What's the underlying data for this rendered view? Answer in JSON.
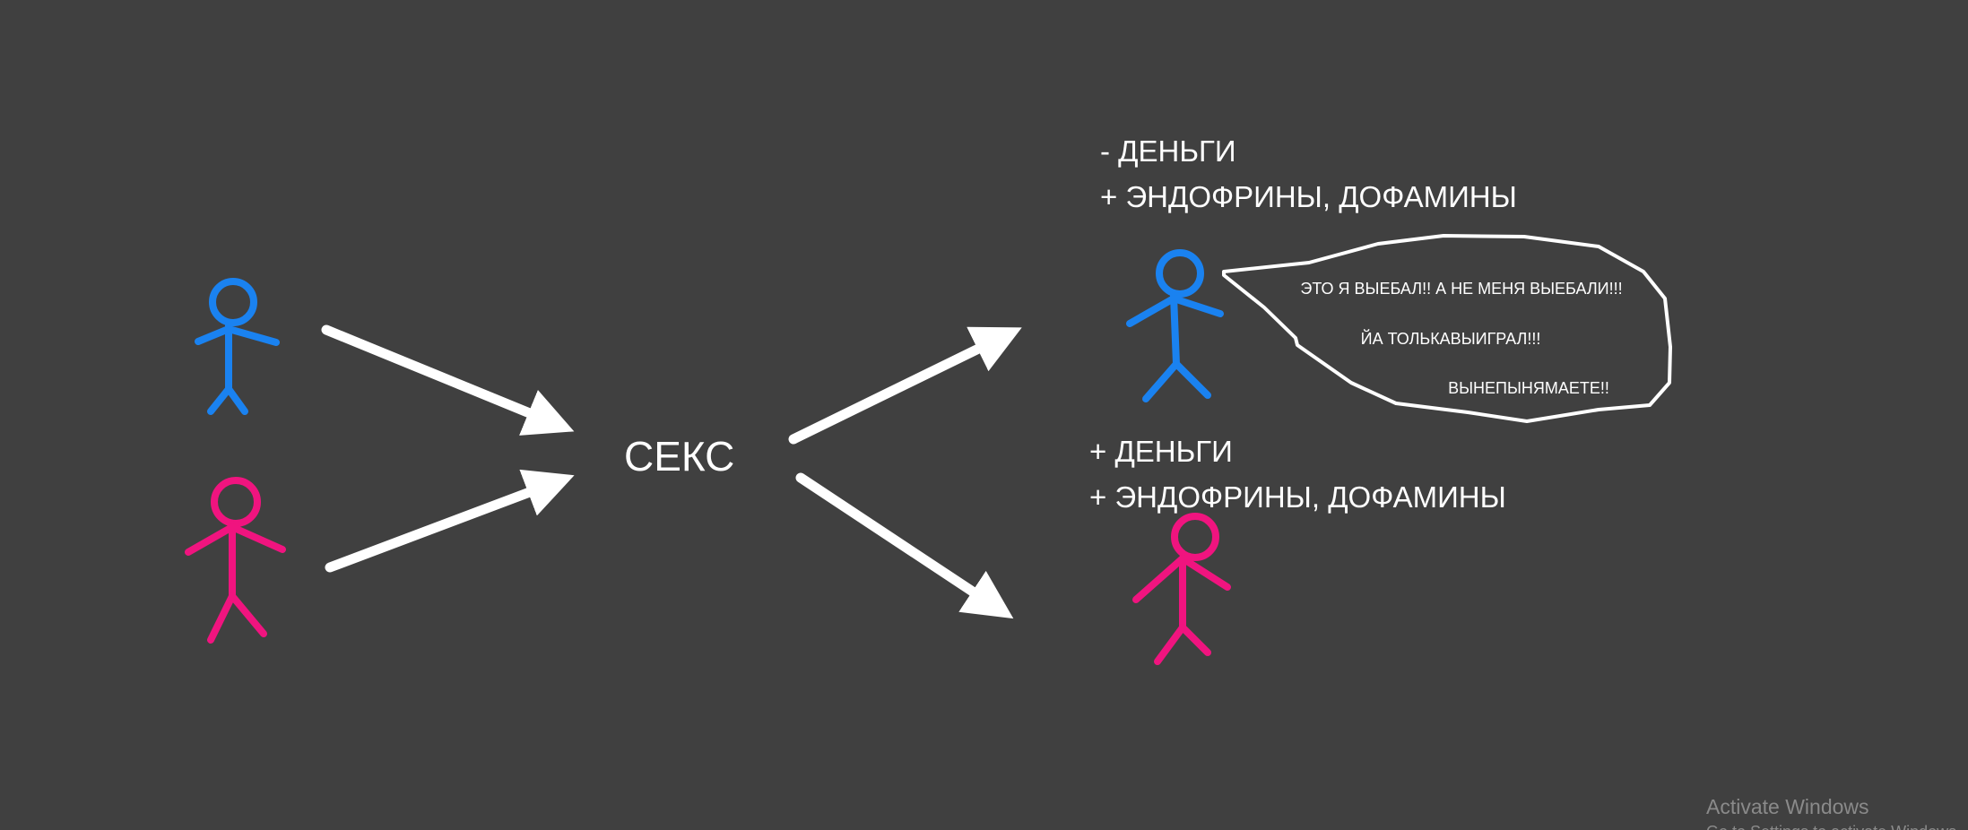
{
  "center_label": "СЕКС",
  "top_outcome": {
    "line1": "- ДЕНЬГИ",
    "line2": "+ ЭНДОФРИНЫ, ДОФАМИНЫ"
  },
  "bottom_outcome": {
    "line1": "+ ДЕНЬГИ",
    "line2": "+ ЭНДОФРИНЫ, ДОФАМИНЫ"
  },
  "speech_bubble": {
    "line1": "ЭТО Я ВЫЕБАЛ!! А НЕ МЕНЯ ВЫЕБАЛИ!!!",
    "line2": "ЙА ТОЛЬКАВЫИГРАЛ!!!",
    "line3": "ВЫНЕПЫНЯМАЕТЕ!!"
  },
  "watermark": {
    "title": "Activate Windows",
    "subtitle": "Go to Settings to activate Windows."
  },
  "colors": {
    "background": "#404040",
    "blue": "#1a82f0",
    "pink": "#f0147f",
    "white": "#ffffff"
  }
}
